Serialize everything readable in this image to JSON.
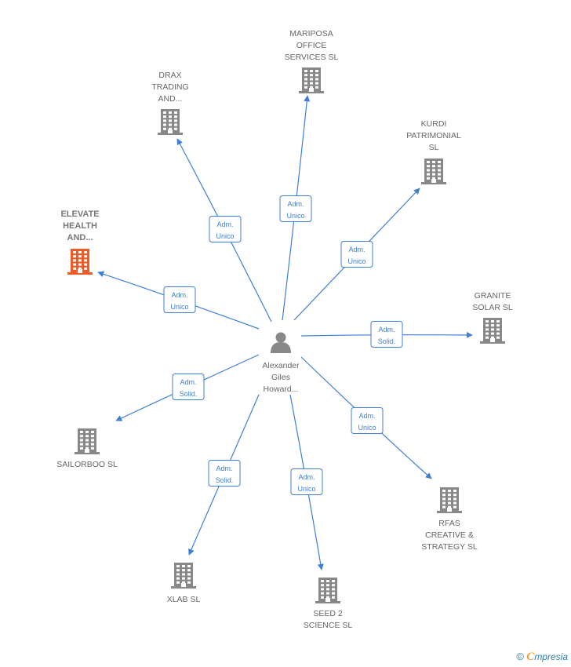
{
  "center": {
    "label_lines": [
      "Alexander",
      "Giles",
      "Howard..."
    ],
    "icon": "person-icon",
    "color": "#888888"
  },
  "colors": {
    "edge": "#3f7fd6",
    "company": "#888888",
    "company_highlight": "#f05a28"
  },
  "companies": [
    {
      "id": "mariposa",
      "lines": [
        "MARIPOSA",
        "OFFICE",
        "SERVICES SL"
      ],
      "icon": "building-icon",
      "highlight": false
    },
    {
      "id": "drax",
      "lines": [
        "DRAX",
        "TRADING",
        "AND..."
      ],
      "icon": "building-icon",
      "highlight": false
    },
    {
      "id": "kurdi",
      "lines": [
        "KURDI",
        "PATRIMONIAL",
        "SL"
      ],
      "icon": "building-icon",
      "highlight": false
    },
    {
      "id": "elevate",
      "lines": [
        "ELEVATE",
        "HEALTH",
        "AND..."
      ],
      "icon": "building-icon",
      "highlight": true
    },
    {
      "id": "granite",
      "lines": [
        "GRANITE",
        "SOLAR SL"
      ],
      "icon": "building-icon",
      "highlight": false
    },
    {
      "id": "sailorboo",
      "lines": [
        "SAILORBOO SL"
      ],
      "icon": "building-icon",
      "highlight": false
    },
    {
      "id": "rfas",
      "lines": [
        "RFAS",
        "CREATIVE &",
        "STRATEGY SL"
      ],
      "icon": "building-icon",
      "highlight": false
    },
    {
      "id": "xlab",
      "lines": [
        "XLAB SL"
      ],
      "icon": "building-icon",
      "highlight": false
    },
    {
      "id": "seed2",
      "lines": [
        "SEED 2",
        "SCIENCE SL"
      ],
      "icon": "building-icon",
      "highlight": false
    }
  ],
  "edges": [
    {
      "to": "mariposa",
      "lines": [
        "Adm.",
        "Unico"
      ]
    },
    {
      "to": "drax",
      "lines": [
        "Adm.",
        "Unico"
      ]
    },
    {
      "to": "kurdi",
      "lines": [
        "Adm.",
        "Unico"
      ]
    },
    {
      "to": "elevate",
      "lines": [
        "Adm.",
        "Unico"
      ]
    },
    {
      "to": "granite",
      "lines": [
        "Adm.",
        "Solid."
      ]
    },
    {
      "to": "sailorboo",
      "lines": [
        "Adm.",
        "Solid."
      ]
    },
    {
      "to": "rfas",
      "lines": [
        "Adm.",
        "Unico"
      ]
    },
    {
      "to": "xlab",
      "lines": [
        "Adm.",
        "Solid."
      ]
    },
    {
      "to": "seed2",
      "lines": [
        "Adm.",
        "Unico"
      ]
    }
  ],
  "brand": {
    "copyright": "©",
    "e": "C",
    "rest": "mpresia"
  }
}
